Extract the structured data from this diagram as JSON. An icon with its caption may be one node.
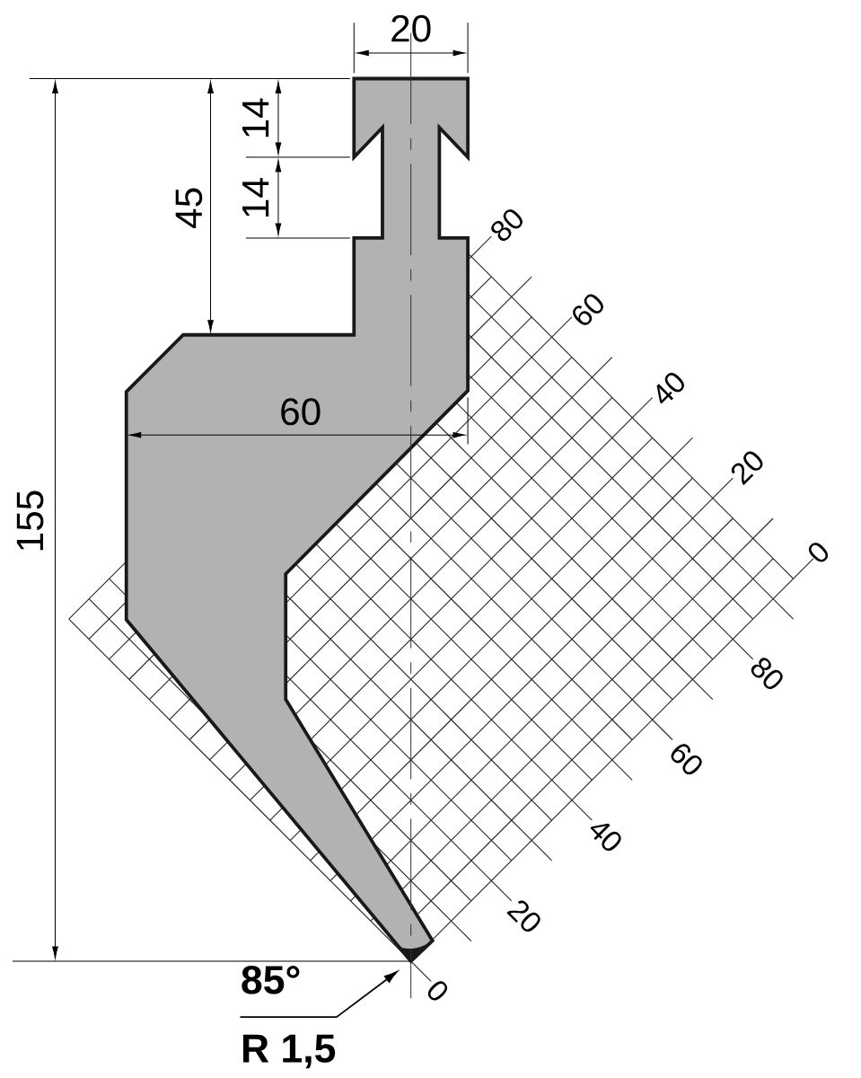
{
  "diagram": {
    "nodes": [
      {
        "text": [
          "85°",
          "R 1,5"
        ]
      },
      {
        "text": [],
        "shape": "picture"
      }
    ],
    "edges": [
      {
        "from": 0,
        "to": 1,
        "arrow": "to"
      }
    ],
    "labels": [
      "20",
      "14",
      "14",
      "45",
      "80",
      "60",
      "40",
      "60",
      "20",
      "155",
      "0",
      "80",
      "60",
      "40",
      "20",
      "0"
    ]
  }
}
